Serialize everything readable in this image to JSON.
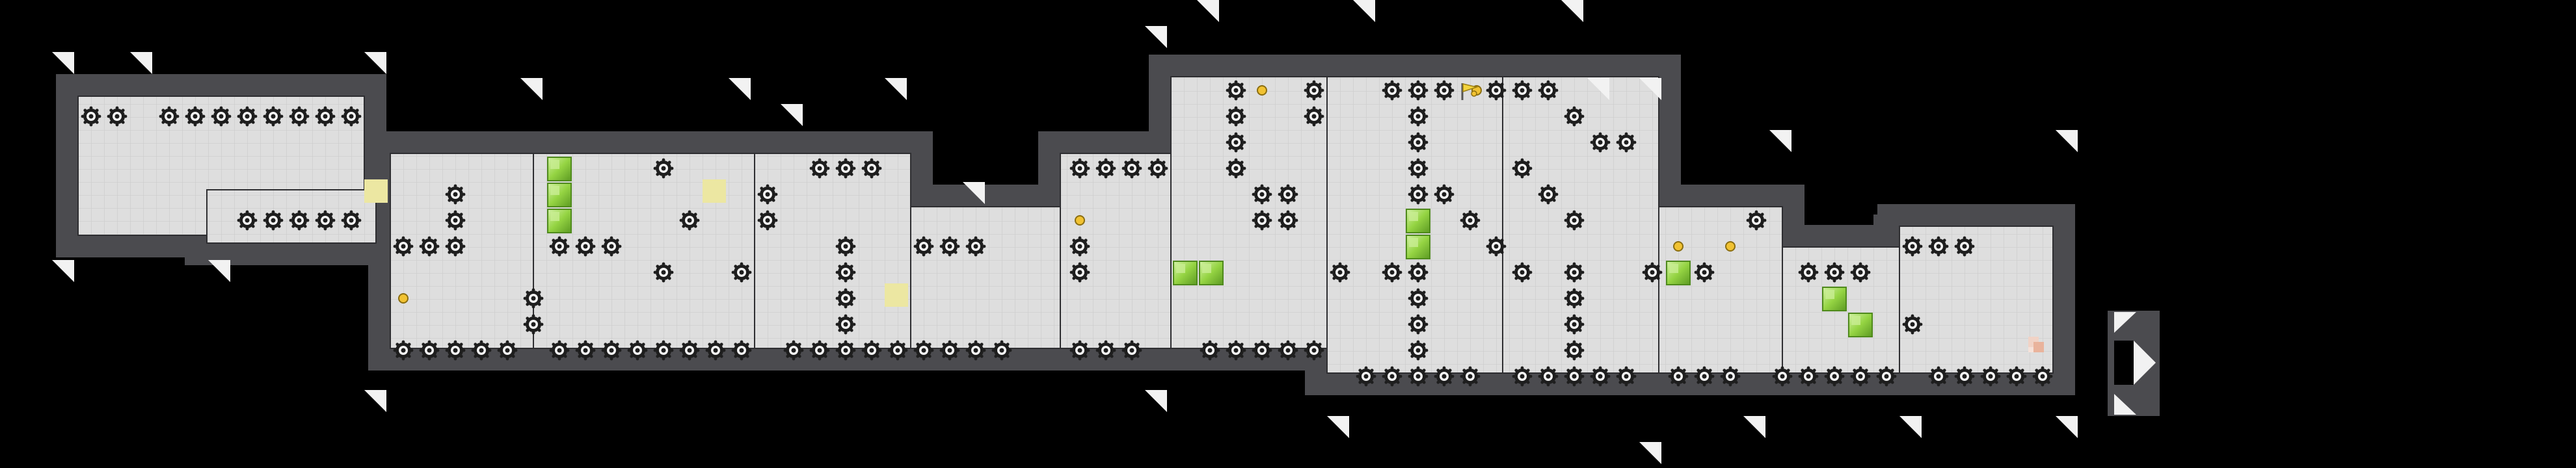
{
  "colors": {
    "background": "#000000",
    "wall": "#4b4b4f",
    "wall_edge": "#2e2e31",
    "floor": "#dedede",
    "floor_grid": "#c9c9c9",
    "spike_cap": "#f2f2f2",
    "mine": "#1e1e1e",
    "gold": "#f1c232",
    "block": "#8fce3c",
    "block_light": "#c9ee93",
    "block_dark": "#4f8a1c",
    "pad": "#ece7a2",
    "exit_pad": "#e9b39c",
    "flag": "#f3d43d"
  },
  "level": {
    "tile_size": 40,
    "counts": {
      "mines": 152,
      "gold": 6,
      "push_blocks": 10,
      "launch_pads": 3
    }
  },
  "entities": {
    "exit_flag": {
      "icon": "flag-icon",
      "state": "closed"
    },
    "exit_marker": {
      "icon": "exit-door-icon"
    },
    "side_control": {
      "icon": "triangle-arrows-icon"
    }
  }
}
